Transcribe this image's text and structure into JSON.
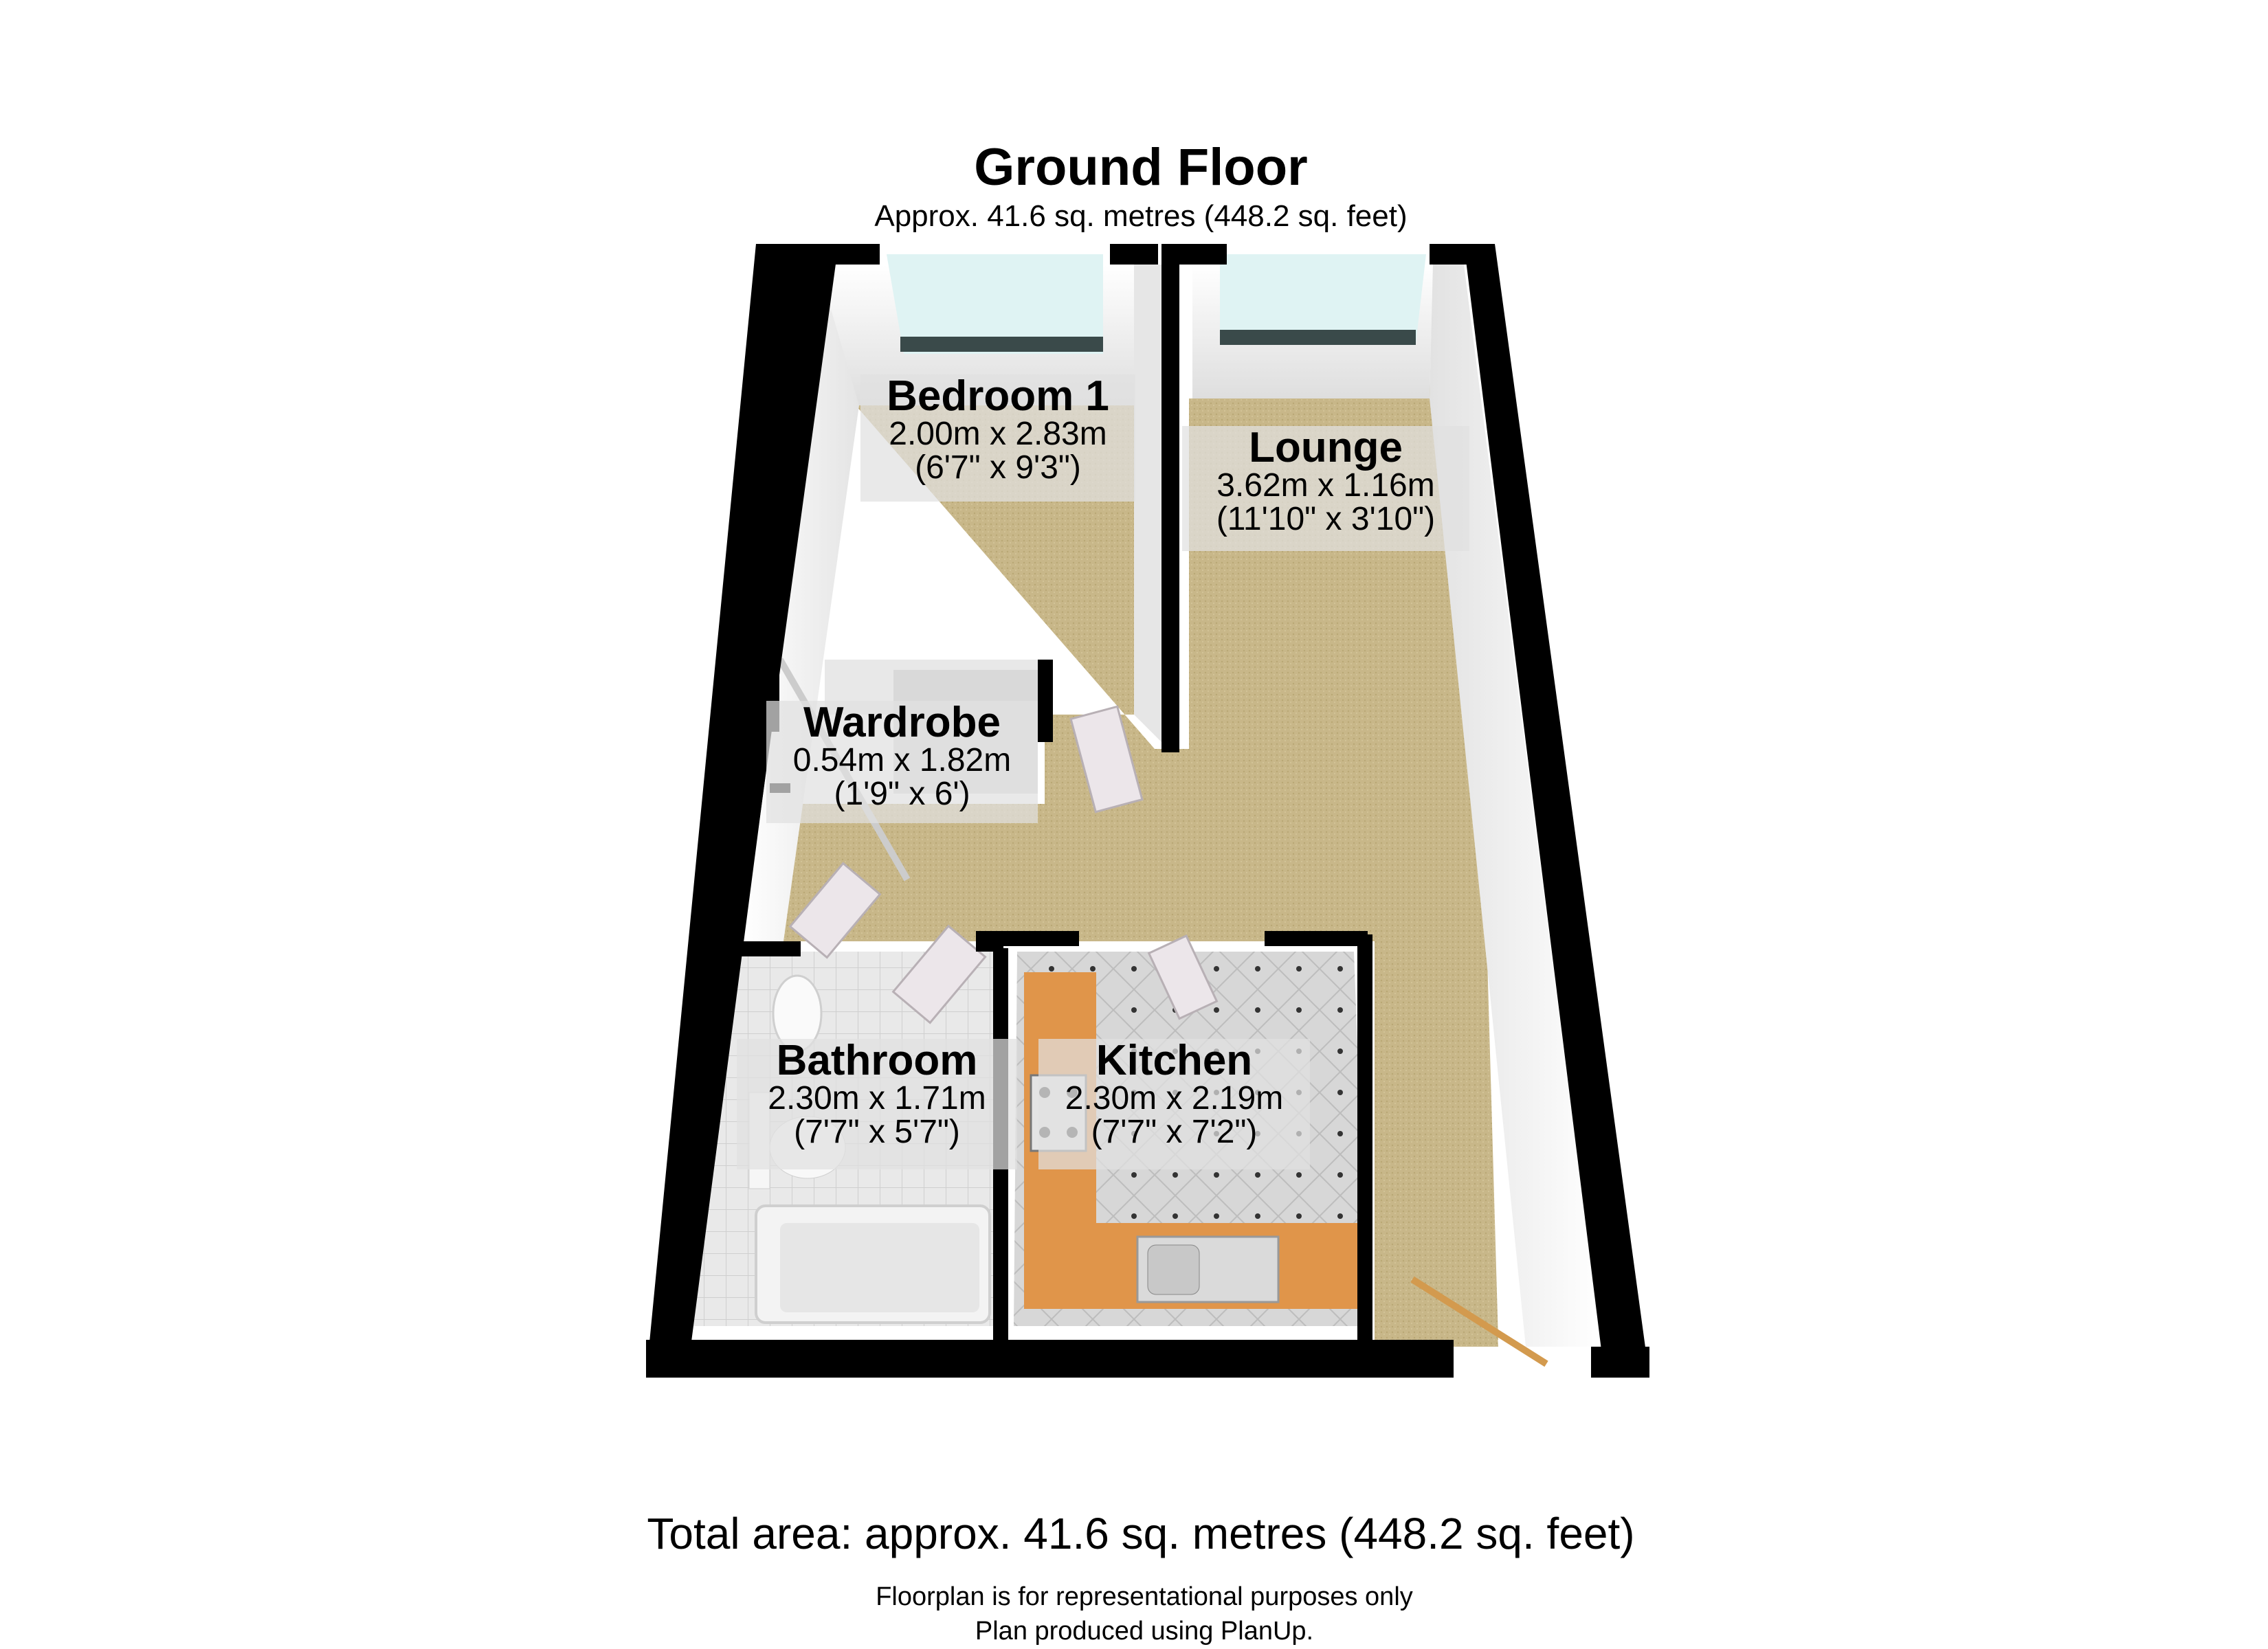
{
  "header": {
    "title": "Ground Floor",
    "subtitle": "Approx. 41.6 sq. metres (448.2 sq. feet)"
  },
  "rooms": [
    {
      "name": "Bedroom 1",
      "metric": "2.00m x 2.83m",
      "imperial": "(6'7\" x 9'3\")"
    },
    {
      "name": "Lounge",
      "metric": "3.62m x 1.16m",
      "imperial": "(11'10\" x 3'10\")"
    },
    {
      "name": "Wardrobe",
      "metric": "0.54m x 1.82m",
      "imperial": "(1'9\" x 6')"
    },
    {
      "name": "Bathroom",
      "metric": "2.30m x 1.71m",
      "imperial": "(7'7\" x 5'7\")"
    },
    {
      "name": "Kitchen",
      "metric": "2.30m x 2.19m",
      "imperial": "(7'7\" x 7'2\")"
    }
  ],
  "footer": {
    "total_area": "Total area: approx. 41.6 sq. metres (448.2 sq. feet)",
    "disclaimer": "Floorplan is for representational purposes only",
    "credit": "Plan produced using PlanUp."
  },
  "colors": {
    "wall": "#000000",
    "carpet": "#c9b88a",
    "window_glass": "#dff3f3",
    "inner_wall": "#f2f2f2",
    "kitchen_worktop": "#e0954a",
    "tile_floor": "#d4d4d4"
  }
}
